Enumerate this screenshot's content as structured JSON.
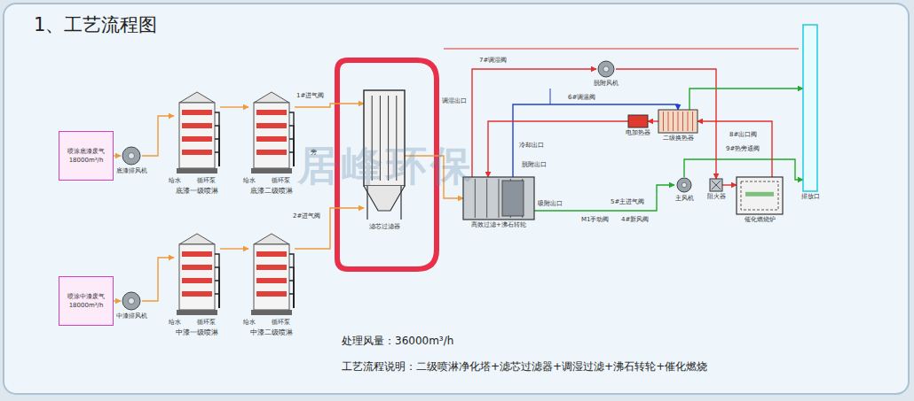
{
  "diagram": {
    "title": "1、工艺流程图",
    "caption": "工艺流程说明：二级喷淋净化塔+滤芯过滤器+调湿过滤+沸石转轮+催化燃烧",
    "nodes": [
      {
        "text": [
          "喷涂底漆废气",
          "18000m³/h"
        ]
      },
      {
        "text": [
          "底漆排风机"
        ]
      },
      {
        "text": [
          "底漆一级喷淋"
        ]
      },
      {
        "text": [
          "底漆二级喷淋"
        ]
      },
      {
        "text": [
          "喷涂中漆废气",
          "18000m³/h"
        ]
      },
      {
        "text": [
          "中漆排风机"
        ]
      },
      {
        "text": [
          "中漆一级喷淋"
        ]
      },
      {
        "text": [
          "中漆二级喷淋"
        ]
      },
      {
        "text": [
          "滤芯过滤器"
        ]
      },
      {
        "text": [
          "高效过滤+沸石转轮"
        ]
      },
      {
        "text": [
          "脱附风机"
        ]
      },
      {
        "text": [
          "电加热器"
        ]
      },
      {
        "text": [
          "二级换热器"
        ]
      },
      {
        "text": [
          "主风机"
        ]
      },
      {
        "text": [
          "阻火器"
        ]
      },
      {
        "text": [
          "催化燃烧炉"
        ]
      },
      {
        "text": [
          "排放口"
        ]
      }
    ],
    "edges": [
      {
        "from": 0,
        "to": 1,
        "arrow": "to"
      },
      {
        "from": 1,
        "to": 2,
        "arrow": "to"
      },
      {
        "from": 2,
        "to": 3,
        "arrow": "to"
      },
      {
        "from": 3,
        "to": 8,
        "arrow": "to"
      },
      {
        "from": 4,
        "to": 5,
        "arrow": "to"
      },
      {
        "from": 5,
        "to": 6,
        "arrow": "to"
      },
      {
        "from": 6,
        "to": 7,
        "arrow": "to"
      },
      {
        "from": 7,
        "to": 8,
        "arrow": "to"
      },
      {
        "from": 8,
        "to": 9,
        "arrow": "to"
      },
      {
        "from": 9,
        "to": 13,
        "arrow": "to"
      },
      {
        "from": 13,
        "to": 16,
        "arrow": "to"
      },
      {
        "from": 9,
        "to": 12,
        "arrow": "to"
      },
      {
        "from": 12,
        "to": 11,
        "arrow": "to"
      },
      {
        "from": 11,
        "to": 9,
        "arrow": "to"
      },
      {
        "from": 9,
        "to": 10,
        "arrow": "to"
      },
      {
        "from": 10,
        "to": 14,
        "arrow": "to"
      },
      {
        "from": 14,
        "to": 15,
        "arrow": "to"
      },
      {
        "from": 15,
        "to": 12,
        "arrow": "to"
      },
      {
        "from": 12,
        "to": 16,
        "arrow": "to"
      }
    ],
    "labels": [
      "给水",
      "循环泵",
      "给水",
      "循环泵",
      "给水",
      "循环泵",
      "给水",
      "循环泵",
      "1#进气阀",
      "旁",
      "2#进气阀",
      "7#调湿阀",
      "调湿出口",
      "冷却出口",
      "脱附出口",
      "吸附出口",
      "6#调温阀",
      "5#主进气阀",
      "M1手动阀",
      "4#新风阀",
      "8#出口阀",
      "9#热旁通阀",
      "处理风量：36000m³/h",
      "居峰环保"
    ]
  }
}
